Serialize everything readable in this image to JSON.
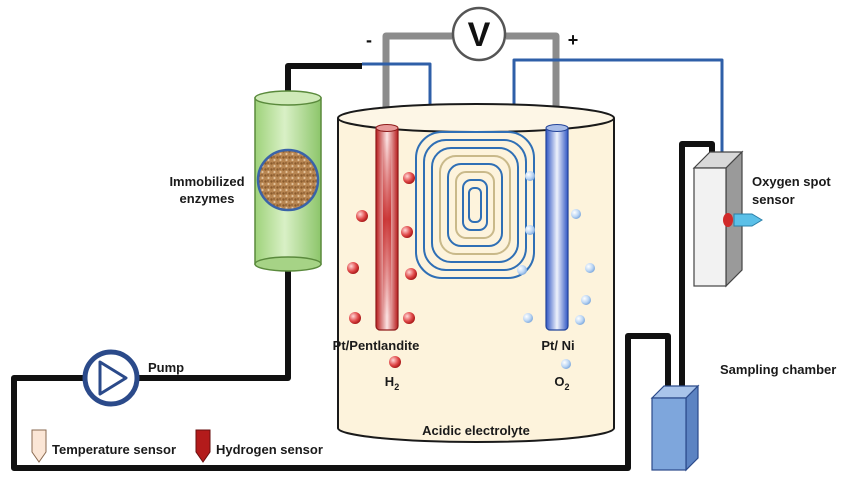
{
  "labels": {
    "voltmeter": "V",
    "minus": "-",
    "plus": "+",
    "immobilized_line1": "Immobilized",
    "immobilized_line2": "enzymes",
    "pump": "Pump",
    "cathode": "Pt/Pentlandite",
    "h2_base": "H",
    "h2_sub": "2",
    "anode": "Pt/ Ni",
    "o2_base": "O",
    "o2_sub": "2",
    "electrolyte": "Acidic electrolyte",
    "oxygen_line1": "Oxygen spot",
    "oxygen_line2": "sensor",
    "sampling": "Sampling chamber",
    "temperature_sensor": "Temperature sensor",
    "hydrogen_sensor": "Hydrogen sensor"
  },
  "colors": {
    "tubing": "#111111",
    "wire_gray": "#8c8c8c",
    "blue_tube": "#2f5fa8",
    "electrolyte_fill": "#fdf3dc",
    "red_electrode": "#c62828",
    "blue_electrode": "#3c6bd0",
    "enzyme_column": "#bfe3a0",
    "sampling_chamber": "#7ea6dc",
    "coil": "#2f6fb5"
  }
}
